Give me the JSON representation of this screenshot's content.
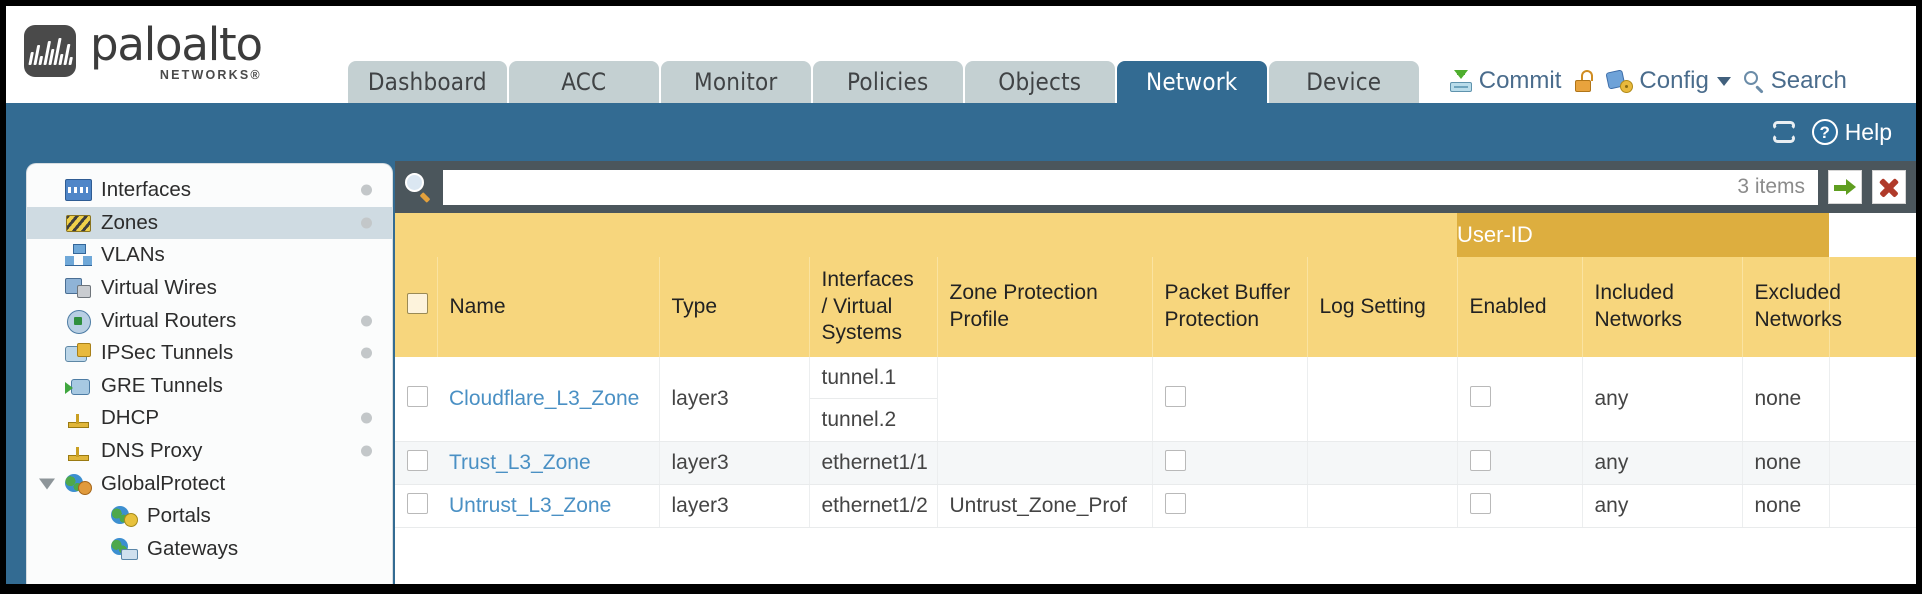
{
  "brand": {
    "name": "paloalto",
    "tagline": "NETWORKS",
    "registered": "®"
  },
  "tabs": [
    {
      "label": "Dashboard",
      "active": false
    },
    {
      "label": "ACC",
      "active": false
    },
    {
      "label": "Monitor",
      "active": false
    },
    {
      "label": "Policies",
      "active": false
    },
    {
      "label": "Objects",
      "active": false
    },
    {
      "label": "Network",
      "active": true
    },
    {
      "label": "Device",
      "active": false
    }
  ],
  "header_actions": {
    "commit": "Commit",
    "config": "Config",
    "search": "Search"
  },
  "blue_bar": {
    "help": "Help"
  },
  "sidebar": {
    "items": [
      {
        "label": "Interfaces",
        "icon": "interfaces-icon",
        "selected": false,
        "dot": true,
        "child": false,
        "expander": false
      },
      {
        "label": "Zones",
        "icon": "zones-icon",
        "selected": true,
        "dot": true,
        "child": false,
        "expander": false
      },
      {
        "label": "VLANs",
        "icon": "vlans-icon",
        "selected": false,
        "dot": false,
        "child": false,
        "expander": false
      },
      {
        "label": "Virtual Wires",
        "icon": "virtual-wires-icon",
        "selected": false,
        "dot": false,
        "child": false,
        "expander": false
      },
      {
        "label": "Virtual Routers",
        "icon": "virtual-routers-icon",
        "selected": false,
        "dot": true,
        "child": false,
        "expander": false
      },
      {
        "label": "IPSec Tunnels",
        "icon": "ipsec-tunnels-icon",
        "selected": false,
        "dot": true,
        "child": false,
        "expander": false
      },
      {
        "label": "GRE Tunnels",
        "icon": "gre-tunnels-icon",
        "selected": false,
        "dot": false,
        "child": false,
        "expander": false
      },
      {
        "label": "DHCP",
        "icon": "dhcp-icon",
        "selected": false,
        "dot": true,
        "child": false,
        "expander": false
      },
      {
        "label": "DNS Proxy",
        "icon": "dns-proxy-icon",
        "selected": false,
        "dot": true,
        "child": false,
        "expander": false
      },
      {
        "label": "GlobalProtect",
        "icon": "globalprotect-icon",
        "selected": false,
        "dot": false,
        "child": false,
        "expander": true
      },
      {
        "label": "Portals",
        "icon": "portals-icon",
        "selected": false,
        "dot": false,
        "child": true,
        "expander": false
      },
      {
        "label": "Gateways",
        "icon": "gateways-icon",
        "selected": false,
        "dot": false,
        "child": true,
        "expander": false
      }
    ]
  },
  "filter": {
    "value": "",
    "placeholder": "",
    "item_count": "3 items",
    "apply_title": "apply-filter",
    "clear_title": "clear-filter"
  },
  "table": {
    "group_headers": [
      {
        "label": "User-ID",
        "span": 3
      }
    ],
    "columns": [
      "Name",
      "Type",
      "Interfaces / Virtual Systems",
      "Zone Protection Profile",
      "Packet Buffer Protection",
      "Log Setting",
      "Enabled",
      "Included Networks",
      "Excluded Networks"
    ],
    "rows": [
      {
        "selected": false,
        "name": "Cloudflare_L3_Zone",
        "type": "layer3",
        "interfaces": [
          "tunnel.1",
          "tunnel.2"
        ],
        "zone_protection_profile": "",
        "packet_buffer_protection": false,
        "log_setting": "",
        "userid_enabled": false,
        "included_networks": "any",
        "excluded_networks": "none"
      },
      {
        "selected": false,
        "name": "Trust_L3_Zone",
        "type": "layer3",
        "interfaces": [
          "ethernet1/1"
        ],
        "zone_protection_profile": "",
        "packet_buffer_protection": false,
        "log_setting": "",
        "userid_enabled": false,
        "included_networks": "any",
        "excluded_networks": "none"
      },
      {
        "selected": false,
        "name": "Untrust_L3_Zone",
        "type": "layer3",
        "interfaces": [
          "ethernet1/2"
        ],
        "zone_protection_profile": "Untrust_Zone_Prof",
        "packet_buffer_protection": false,
        "log_setting": "",
        "userid_enabled": false,
        "included_networks": "any",
        "excluded_networks": "none"
      }
    ]
  },
  "colors": {
    "brand_blue": "#336b92",
    "header_gold": "#f7d67d",
    "group_gold": "#ddae3f",
    "link_blue": "#4a90c4",
    "sidebar_selected": "#cfdbe2"
  }
}
